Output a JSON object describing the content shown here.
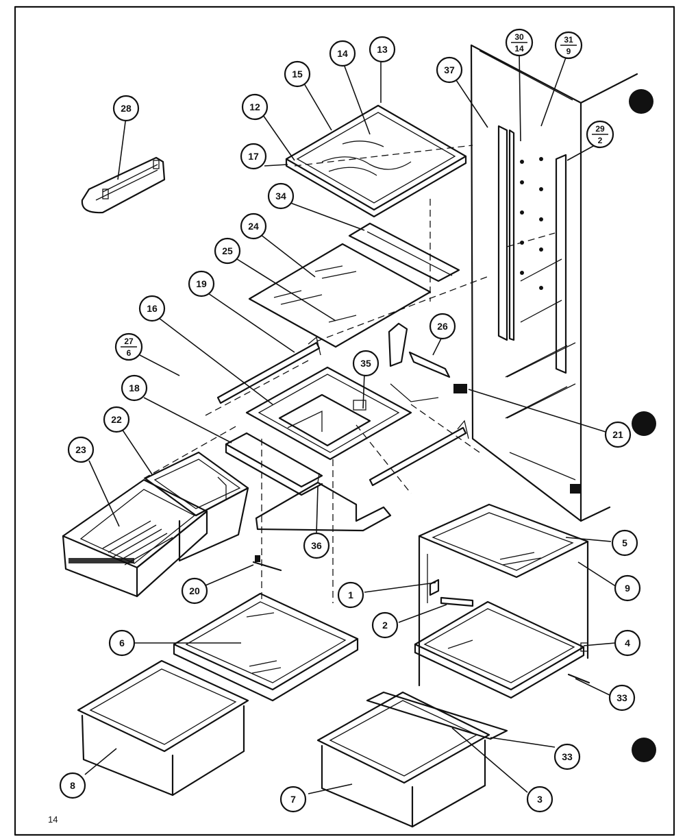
{
  "page_number": "14",
  "callouts": [
    {
      "id": "c28",
      "label": "28"
    },
    {
      "id": "c15",
      "label": "15"
    },
    {
      "id": "c14",
      "label": "14"
    },
    {
      "id": "c13",
      "label": "13"
    },
    {
      "id": "c12",
      "label": "12"
    },
    {
      "id": "c17",
      "label": "17"
    },
    {
      "id": "c34",
      "label": "34"
    },
    {
      "id": "c24",
      "label": "24"
    },
    {
      "id": "c25",
      "label": "25"
    },
    {
      "id": "c19",
      "label": "19"
    },
    {
      "id": "c16",
      "label": "16"
    },
    {
      "id": "c27_6",
      "label": "27",
      "sublabel": "6"
    },
    {
      "id": "c18",
      "label": "18"
    },
    {
      "id": "c22",
      "label": "22"
    },
    {
      "id": "c23",
      "label": "23"
    },
    {
      "id": "c35",
      "label": "35"
    },
    {
      "id": "c26",
      "label": "26"
    },
    {
      "id": "c36",
      "label": "36"
    },
    {
      "id": "c20",
      "label": "20"
    },
    {
      "id": "c37",
      "label": "37"
    },
    {
      "id": "c30_14",
      "label": "30",
      "sublabel": "14"
    },
    {
      "id": "c31_9",
      "label": "31",
      "sublabel": "9"
    },
    {
      "id": "c29_2",
      "label": "29",
      "sublabel": "2"
    },
    {
      "id": "c21",
      "label": "21"
    },
    {
      "id": "c5",
      "label": "5"
    },
    {
      "id": "c9",
      "label": "9"
    },
    {
      "id": "c1",
      "label": "1"
    },
    {
      "id": "c2",
      "label": "2"
    },
    {
      "id": "c4",
      "label": "4"
    },
    {
      "id": "c33a",
      "label": "33"
    },
    {
      "id": "c6",
      "label": "6"
    },
    {
      "id": "c33b",
      "label": "33"
    },
    {
      "id": "c8",
      "label": "8"
    },
    {
      "id": "c3",
      "label": "3"
    },
    {
      "id": "c7",
      "label": "7"
    }
  ]
}
